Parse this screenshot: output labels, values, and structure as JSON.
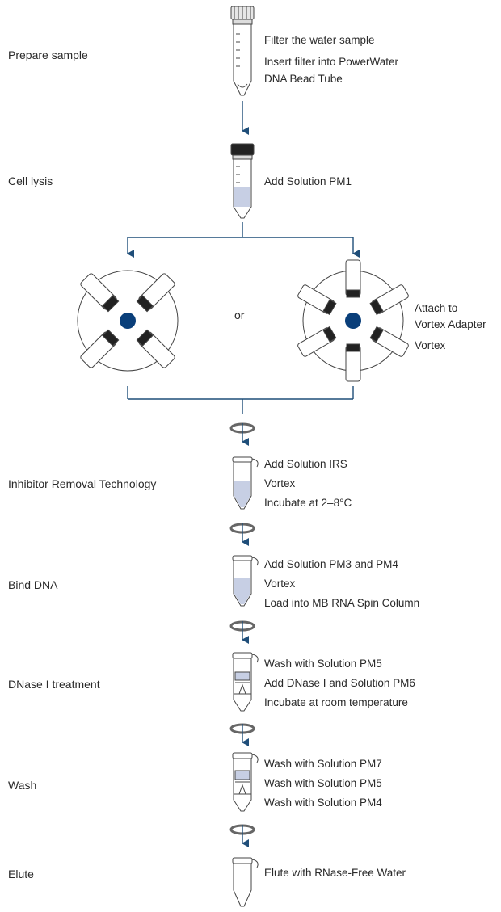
{
  "colors": {
    "arrow": "#1f4e79",
    "adapter_dot": "#0a3f7a",
    "liquid": "#c7cfe4",
    "outline": "#444444",
    "text": "#2a2a2a"
  },
  "steps": [
    {
      "stage": "Prepare sample",
      "instructions": [
        "Filter the water sample",
        "Insert filter into PowerWater",
        "DNA Bead Tube"
      ]
    },
    {
      "stage": "Cell lysis",
      "instructions": [
        "Add Solution PM1"
      ]
    },
    {
      "stage": "Inhibitor Removal Technology",
      "instructions": [
        "Add Solution IRS",
        "Vortex",
        "Incubate at 2–8°C"
      ]
    },
    {
      "stage": "Bind DNA",
      "instructions": [
        "Add Solution PM3 and PM4",
        "Vortex",
        "Load into MB RNA Spin Column"
      ]
    },
    {
      "stage": "DNase I treatment",
      "instructions": [
        "Wash with Solution PM5",
        "Add DNase I and Solution PM6",
        "Incubate at room temperature"
      ]
    },
    {
      "stage": "Wash",
      "instructions": [
        "Wash with Solution PM7",
        "Wash with Solution PM5",
        "Wash with Solution PM4"
      ]
    },
    {
      "stage": "Elute",
      "instructions": [
        "Elute with RNase-Free Water"
      ]
    }
  ],
  "vortex_options": {
    "or_label": "or",
    "instructions": [
      "Attach to",
      "Vortex Adapter",
      "Vortex"
    ]
  },
  "icons": {
    "bead_tube": "conical-tube-icon",
    "vortex_adapter": "vortex-adapter-icon",
    "centrifuge": "centrifuge-rotation-icon",
    "spin_column": "spin-column-tube-icon",
    "collection_tube": "microcentrifuge-tube-icon",
    "arrow": "down-arrow-icon"
  }
}
